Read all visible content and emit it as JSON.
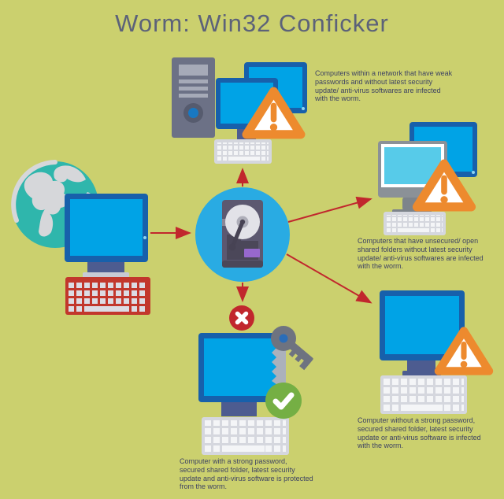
{
  "title": "Worm: Win32 Conficker",
  "notes": {
    "network_weak_passwords": "Computers within a network that have weak passwords and without latest security update/ anti-virus softwares are infected with the worm.",
    "open_shared_folders": "Computers that have unsecured/ open shared folders without latest security update/ anti-virus softwares are infected with the worm.",
    "no_protection": "Computer without a strong password, secured shared folder, latest security update or anti-virus software is infected with the worm.",
    "protected_computer": "Computer with a strong password, secured shared folder, latest security update and anti-virus software is protected from the worm."
  },
  "icons": {
    "worm_source": "hard-disk-in-blue-circle",
    "internet": "globe",
    "warning": "orange-warning-triangle-exclamation",
    "blocked": "red-circle-white-x",
    "protected": "green-circle-white-check",
    "credentials": "pair-of-keys",
    "computers": "desktop-monitor-with-keyboard",
    "server": "tower-server"
  },
  "colors": {
    "background": "#cbd06e",
    "title_text": "#5c6279",
    "note_text": "#3d4263",
    "arrow_red": "#c1272d",
    "monitor_frame_blue": "#1760ab",
    "screen_cyan": "#00a3e6",
    "screen_light_cyan": "#57cbe9",
    "warning_orange": "#ed8a2e",
    "protected_green": "#75af44",
    "blocked_red": "#c1272d",
    "worm_circle_blue": "#29abe3",
    "globe_teal": "#2fb6ac",
    "tower_gray": "#6c7186",
    "keyboard_red": "#c2372c",
    "hdd_body": "#5c5870",
    "hdd_platter": "#e2e2e8",
    "hdd_label_purple": "#9768ce"
  }
}
